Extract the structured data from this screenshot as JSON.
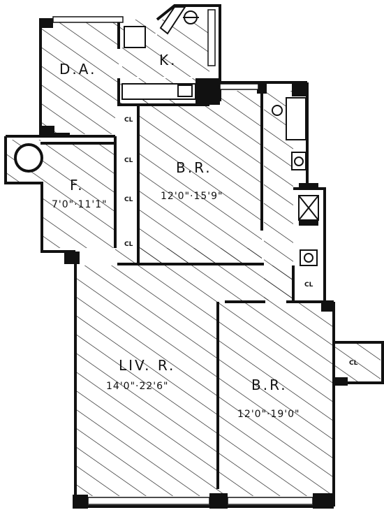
{
  "rooms": {
    "dining_alcove": {
      "name": "D.A."
    },
    "kitchen": {
      "name": "K."
    },
    "foyer": {
      "name": "F.",
      "dims": "7'0\"·11'1\""
    },
    "bedroom_1": {
      "name": "B.R.",
      "dims": "12'0\"·15'9\""
    },
    "living_room": {
      "name": "LIV. R.",
      "dims": "14'0\"·22'6\""
    },
    "bedroom_2": {
      "name": "B.R.",
      "dims": "12'0\"·19'0\""
    }
  },
  "closets": [
    "CL",
    "CL",
    "CL",
    "CL",
    "CL",
    "CL"
  ],
  "colors": {
    "ink": "#111111",
    "paper": "#ffffff"
  }
}
